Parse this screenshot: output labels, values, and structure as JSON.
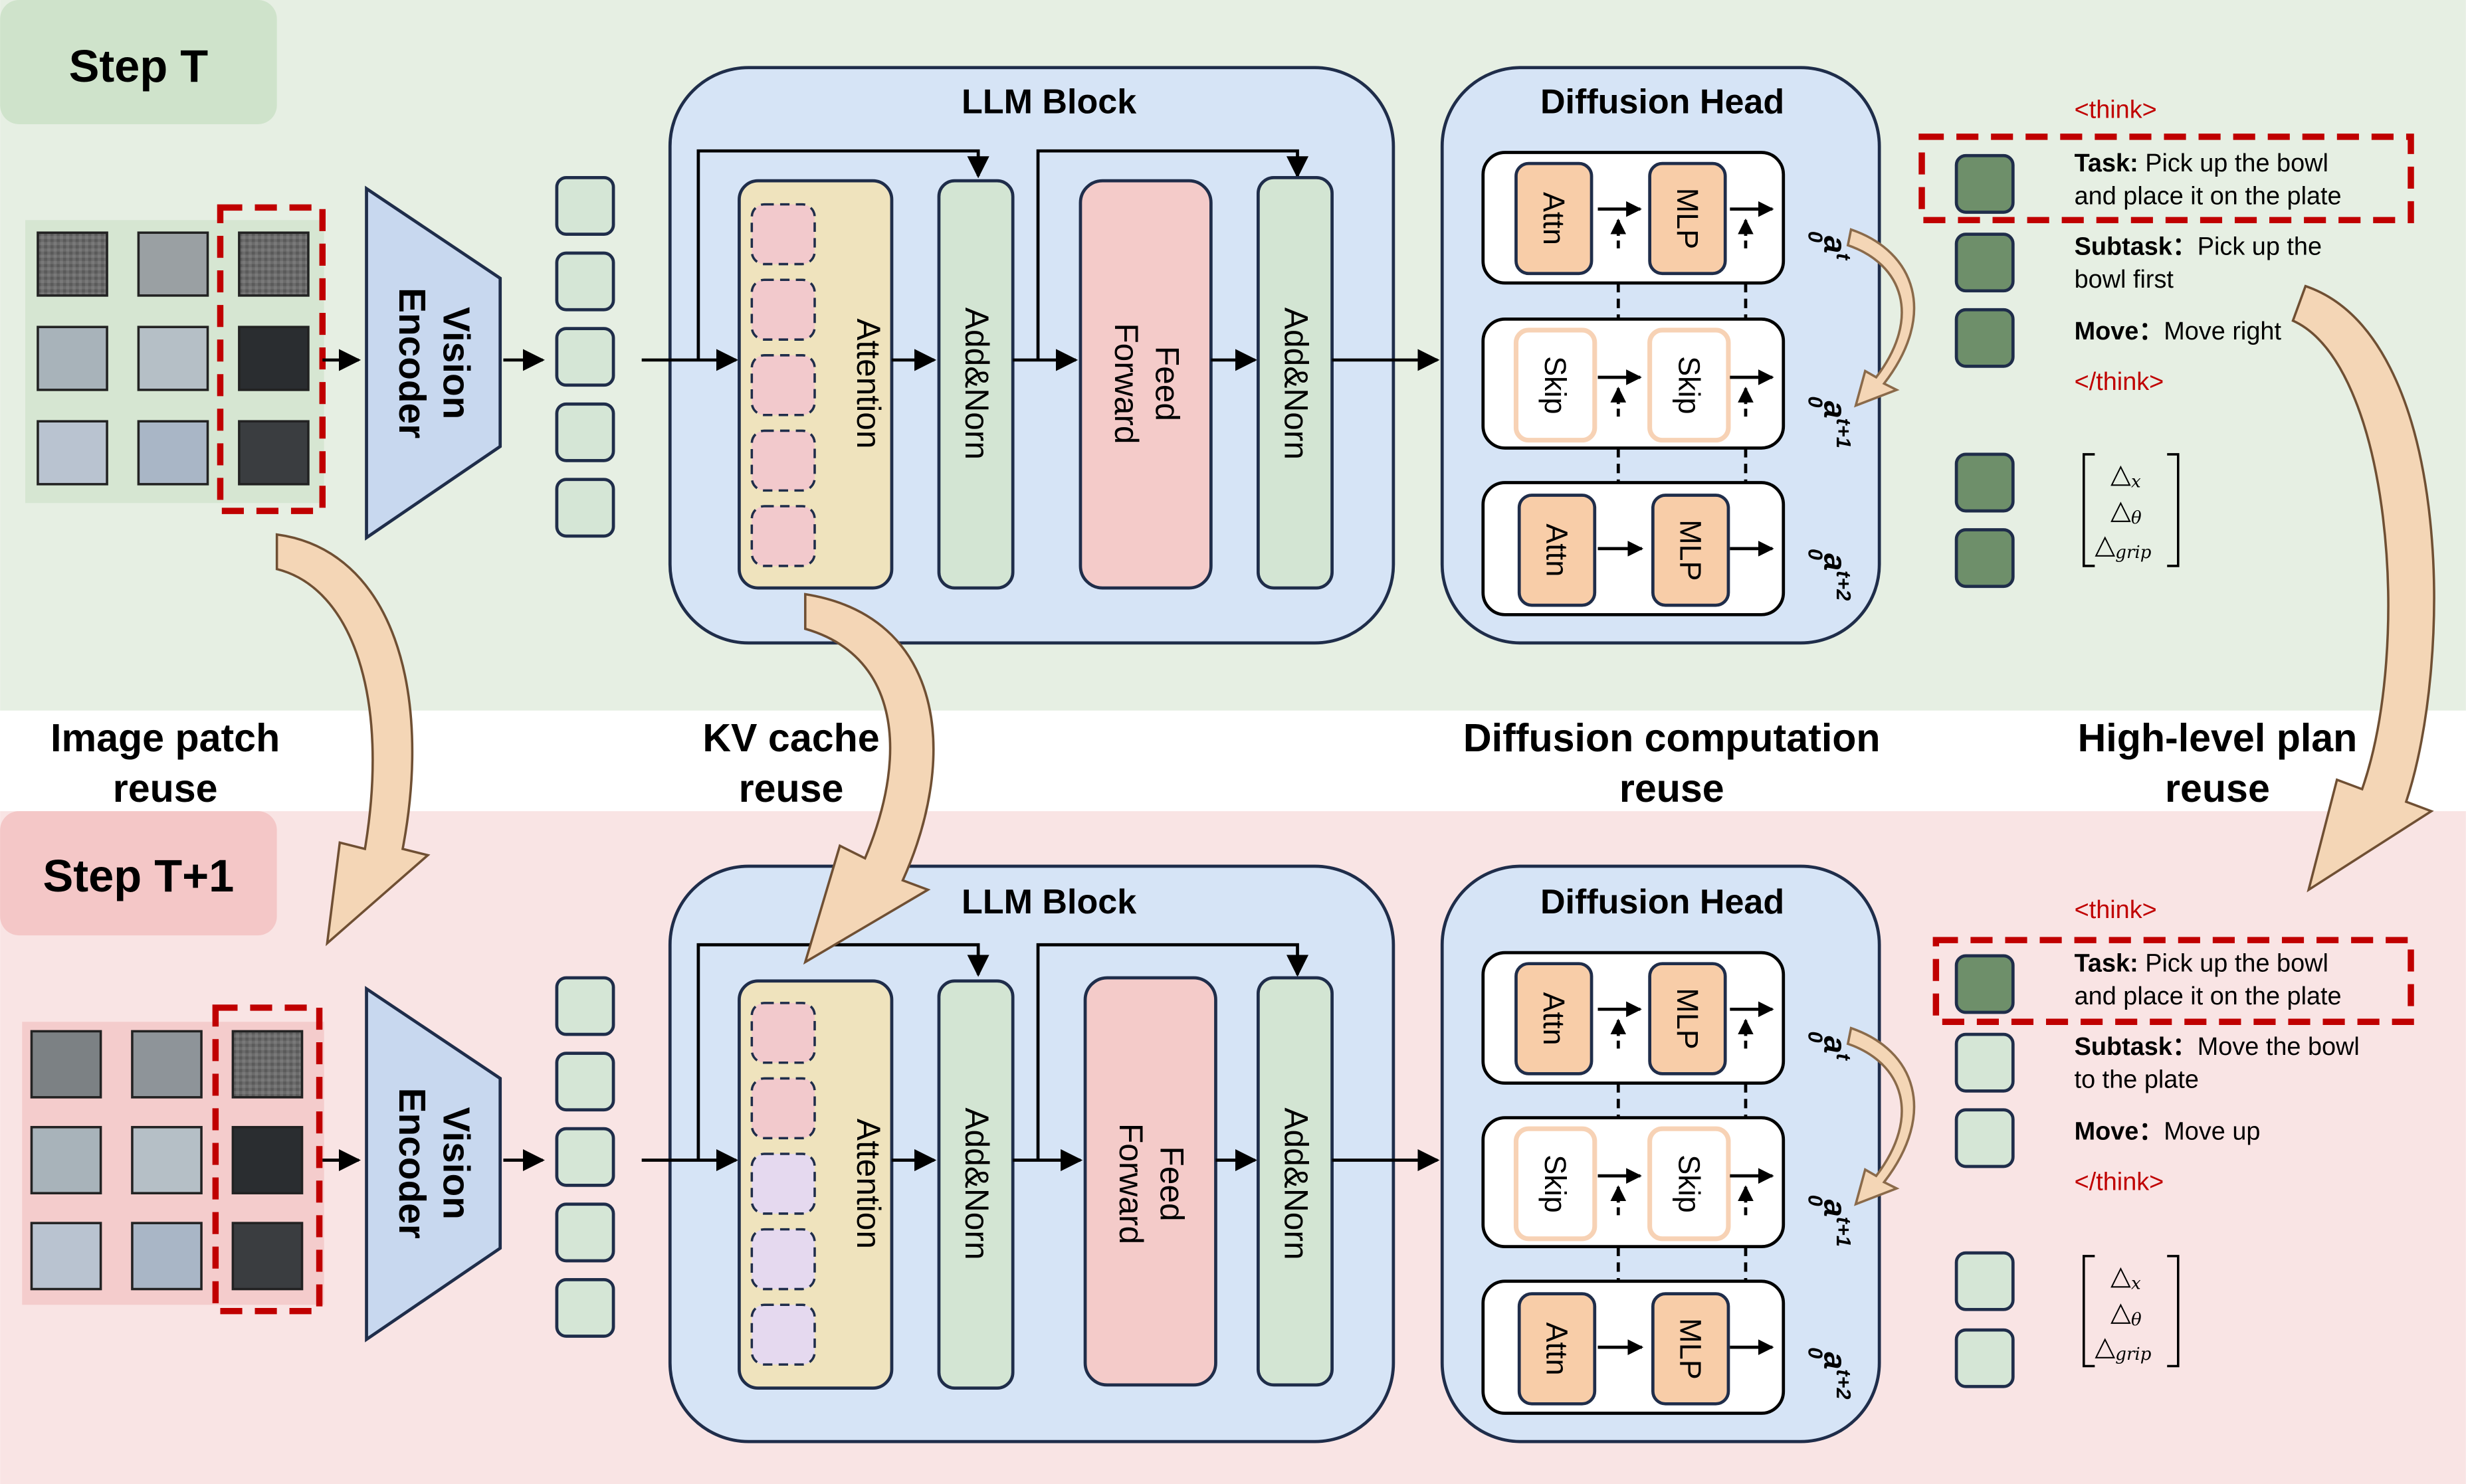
{
  "steps": {
    "top": "Step T",
    "bottom": "Step T+1"
  },
  "reuse_labels": {
    "image_patch": [
      "Image patch",
      "reuse"
    ],
    "kv_cache": [
      "KV cache",
      "reuse"
    ],
    "diffusion": [
      "Diffusion computation",
      "reuse"
    ],
    "plan": [
      "High-level plan",
      "reuse"
    ]
  },
  "encoder": {
    "line1": "Vision",
    "line2": "Encoder"
  },
  "llm_block": {
    "title": "LLM Block",
    "attention": "Attention",
    "add_norm": "Add&Norn",
    "feed_forward_line1": "Feed",
    "feed_forward_line2": "Forward"
  },
  "diffusion_head": {
    "title": "Diffusion Head",
    "attn": "Attn",
    "mlp": "MLP",
    "skip": "Skip",
    "action_base": "a",
    "action_sub": "0",
    "action_sups": [
      "t",
      "t+1",
      "t+2"
    ]
  },
  "plan_top": {
    "think_open": "<think>",
    "task_label": "Task:",
    "task_text": [
      "Pick up the bowl",
      "and place it on the plate"
    ],
    "subtask_label": "Subtask：",
    "subtask_text": [
      "Pick up the",
      "bowl first"
    ],
    "move_label": "Move：",
    "move_text": "Move right",
    "think_close": "</think>"
  },
  "plan_bottom": {
    "think_open": "<think>",
    "task_label": "Task:",
    "task_text": [
      "Pick up the bowl",
      "and place it on the plate"
    ],
    "subtask_label": "Subtask：",
    "subtask_text": [
      "Move the bowl",
      "to the plate"
    ],
    "move_label": "Move：",
    "move_text": "Move up",
    "think_close": "</think>"
  },
  "action_vector": {
    "symbol": "△",
    "rows": [
      "x",
      "θ",
      "grip"
    ]
  },
  "colors": {
    "top_bg": "#e6efe3",
    "bottom_bg": "#f9e4e4",
    "step_top_badge": "#cfe3cb",
    "step_bottom_badge": "#f4c7c7",
    "block_blue": "#d6e4f6",
    "encoder_blue": "#c8d8ef",
    "attention_yellow": "#efe3bd",
    "add_norm_green": "#d3e5d3",
    "feed_forward_pink": "#f4cbc9",
    "orange_box": "#f8cda8",
    "dark_green_token": "#6e8f6a",
    "light_green_token": "#d5e6d6",
    "think_red": "#c00000",
    "dash_red": "#c00000",
    "curved_arrow": "#e9c49a",
    "outline": "#1f2d4a"
  }
}
